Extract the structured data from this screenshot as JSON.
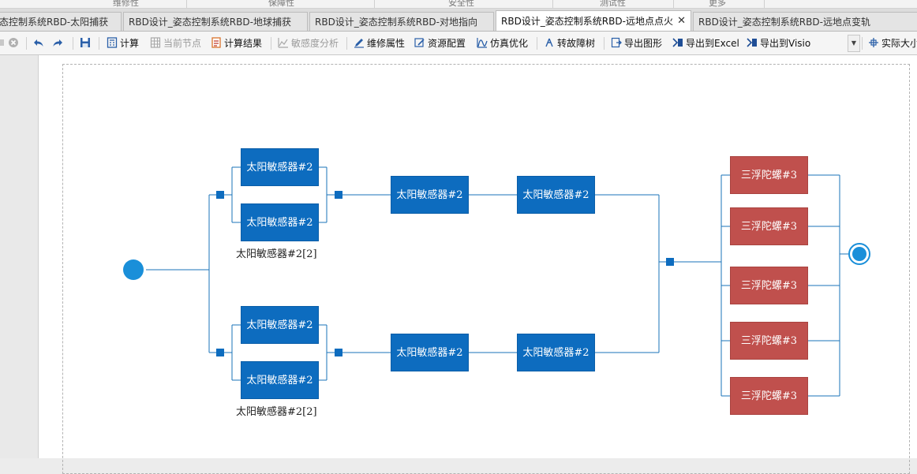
{
  "ribbon_groups": [
    "维修性",
    "保障性",
    "安全性",
    "测试性",
    "更多"
  ],
  "tabs": [
    {
      "label": "态控制系统RBD-太阳捕获",
      "active": false
    },
    {
      "label": "RBD设计_姿态控制系统RBD-地球捕获",
      "active": false
    },
    {
      "label": "RBD设计_姿态控制系统RBD-对地指向",
      "active": false
    },
    {
      "label": "RBD设计_姿态控制系统RBD-远地点点火",
      "active": true
    },
    {
      "label": "RBD设计_姿态控制系统RBD-远地点变轨",
      "active": false
    }
  ],
  "toolbar": {
    "calc": "计算",
    "current_node": "当前节点",
    "calc_result": "计算结果",
    "sensitivity": "敏感度分析",
    "maint_attr": "维修属性",
    "resource_cfg": "资源配置",
    "sim_opt": "仿真优化",
    "fault_tree": "转故障树",
    "export_graph": "导出图形",
    "export_excel": "导出到Excel",
    "export_visio": "导出到Visio",
    "actual_size": "实际大小"
  },
  "diagram": {
    "parallel_block_label": "太阳敏感器#2",
    "series_block_label": "太阳敏感器#2",
    "group_caption": "太阳敏感器#2[2]",
    "gyro_label": "三浮陀螺#3",
    "colors": {
      "block_blue": "#0d6cbf",
      "block_red": "#c0504d",
      "line": "#1a73b8",
      "node": "#1a8fd9"
    }
  }
}
